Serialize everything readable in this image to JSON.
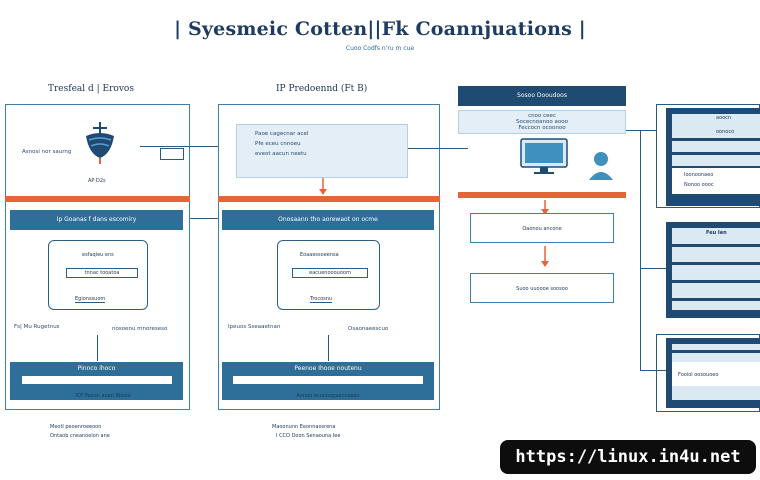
{
  "title": "| Syesmeic Cotten||Fk Coannjuations |",
  "subtitle": "Cuoo Codfs n'ru m cue",
  "columns": [
    {
      "header": "Tresfeal d | Erovos",
      "side_label": "Asnosi nor saurng",
      "icon_caption": "AP D2s",
      "bar_label": "Ip Goanas f dans escomiry",
      "inner_card_title": "esfaqieu ens",
      "inner_card_line1": "tnnac tooatoa",
      "inner_card_line2": "Egionssuom",
      "footer_left": "Fs| Mu Rugetnus",
      "footer_right": "nosoenu mnoreseso",
      "bottom_bar_label": "Pinnco ihoco",
      "bottom_line": "ICF Peoon aoen Wcolo",
      "caption_line1": "Meotl peoenroeeoon",
      "caption_line2": "Ontaob cneanoelon ane"
    },
    {
      "header": "IP  Predoennd (Ft B)",
      "top_box_line1": "Paoe cagecnar acel",
      "top_box_line2": "Pfe eceu cnnoeu",
      "top_box_line3": "eveot aacun neetu",
      "bar_label": "Onosaann tho aorewaot on ocme",
      "inner_card_title": "Eoaaessoeensa",
      "inner_card_line1": "eacuenooouoom",
      "inner_card_line2": "Trocosnu",
      "footer_left": "Ipeuos Sseaaetnan",
      "footer_right": "Osaonaeescuo",
      "bottom_bar_label": "Peenoe Ihooe noutenu",
      "bottom_line": "Annoo ecunoogaancoeen",
      "caption_line1": "Maoonunn Eeonnaosrena",
      "caption_line2": "I CCO Doon Senaouna Iee"
    },
    {
      "header_bar": "Sosoo Dooudoos",
      "band_line1": "cnoo ceec",
      "band_line2": "Socecnoanoo aooo",
      "band_line3": "Feccocn ocoonoo",
      "box1_label": "Oaonou ancone",
      "box2_label": "Suoo uuoooe soosoo"
    },
    {
      "card1_lines": [
        "aoocn",
        "oonoco",
        "Ioonoonaeo",
        "Nonoo oooc"
      ],
      "card2_title": "Feu Ien",
      "card3_line": "Fooiol  oosouoeo"
    }
  ],
  "watermark": "https://linux.in4u.net",
  "colors": {
    "accent_orange": "#e6643a",
    "panel_blue": "#2d6f99",
    "dark_navy": "#1f4a72",
    "light_band": "#e3eef6"
  }
}
